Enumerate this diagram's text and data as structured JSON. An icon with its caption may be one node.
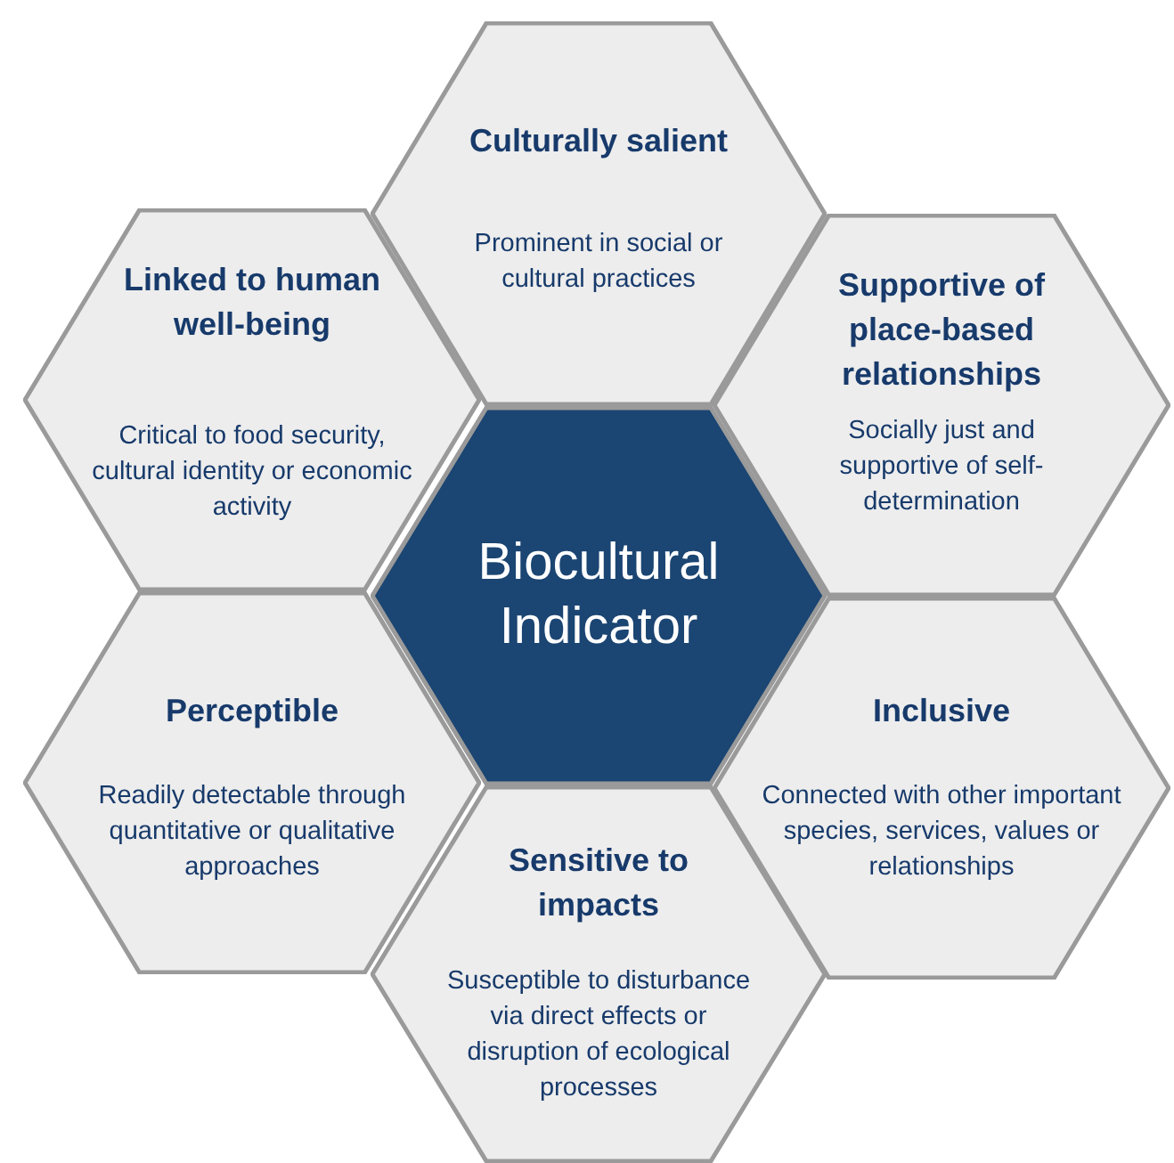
{
  "diagram": {
    "nodes": [
      {
        "text": [
          "Culturally salient",
          "Prominent in social or cultural practices"
        ]
      },
      {
        "text": [
          "Linked to human well-being",
          "Critical to food security, cultural identity or economic activity"
        ]
      },
      {
        "text": [
          "Supportive of place-based relationships",
          "Socially just and supportive of self-determination"
        ]
      },
      {
        "text": [
          "Biocultural Indicator"
        ]
      },
      {
        "text": [
          "Perceptible",
          "Readily detectable through quantitative or qualitative approaches"
        ]
      },
      {
        "text": [
          "Inclusive",
          "Connected with other important species, services, values or relationships"
        ]
      },
      {
        "text": [
          "Sensitive to impacts",
          "Susceptible to disturbance via direct effects or disruption of ecological processes"
        ]
      }
    ],
    "edges": []
  }
}
